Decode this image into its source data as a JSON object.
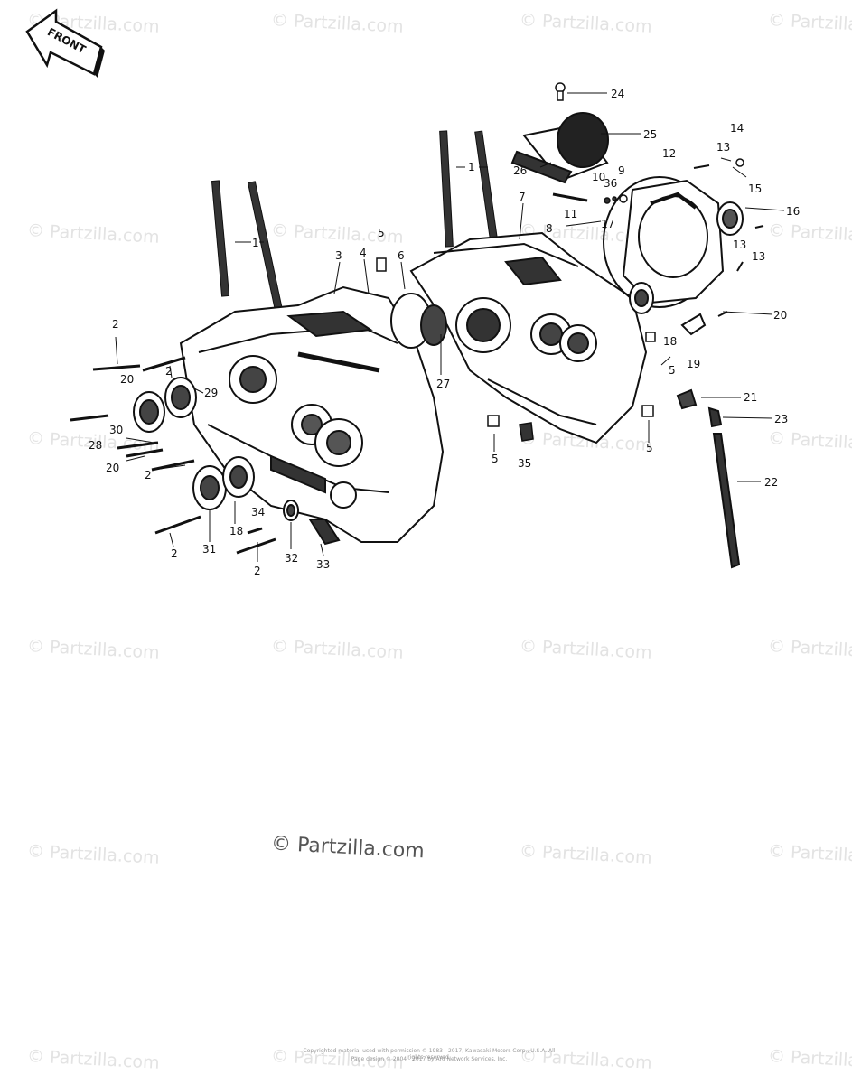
{
  "front_arrow_label": "FRONT",
  "watermark_text": "© Partzilla.com",
  "center_watermark": "© Partzilla.com",
  "footer": {
    "line1": "Copyrighted material used with permission © 1983 - 2017, Kawasaki Motors Corp., U.S.A. All rights reserved.",
    "line2": "Page design © 2004 - 2017 by ARI Network Services, Inc."
  },
  "callouts": [
    {
      "id": "c24a",
      "text": "24"
    },
    {
      "id": "c25",
      "text": "25"
    },
    {
      "id": "c14",
      "text": "14"
    },
    {
      "id": "c26",
      "text": "26"
    },
    {
      "id": "c1a",
      "text": "1"
    },
    {
      "id": "c13a",
      "text": "13"
    },
    {
      "id": "c12",
      "text": "12"
    },
    {
      "id": "c10",
      "text": "10"
    },
    {
      "id": "c9",
      "text": "9"
    },
    {
      "id": "c36",
      "text": "36"
    },
    {
      "id": "c15",
      "text": "15"
    },
    {
      "id": "c7",
      "text": "7"
    },
    {
      "id": "c16",
      "text": "16"
    },
    {
      "id": "c11",
      "text": "11"
    },
    {
      "id": "c8",
      "text": "8"
    },
    {
      "id": "c17",
      "text": "17"
    },
    {
      "id": "c13b",
      "text": "13"
    },
    {
      "id": "c13c",
      "text": "13"
    },
    {
      "id": "c1b",
      "text": "1"
    },
    {
      "id": "c3",
      "text": "3"
    },
    {
      "id": "c4",
      "text": "4"
    },
    {
      "id": "c5a",
      "text": "5"
    },
    {
      "id": "c6",
      "text": "6"
    },
    {
      "id": "c20a",
      "text": "20"
    },
    {
      "id": "c2a",
      "text": "2"
    },
    {
      "id": "c18a",
      "text": "18"
    },
    {
      "id": "c19",
      "text": "19"
    },
    {
      "id": "c2b",
      "text": "2"
    },
    {
      "id": "c27",
      "text": "27"
    },
    {
      "id": "c5b",
      "text": "5"
    },
    {
      "id": "c20b",
      "text": "20"
    },
    {
      "id": "c29",
      "text": "29"
    },
    {
      "id": "c21",
      "text": "21"
    },
    {
      "id": "c23",
      "text": "23"
    },
    {
      "id": "c30",
      "text": "30"
    },
    {
      "id": "c28",
      "text": "28"
    },
    {
      "id": "c5c",
      "text": "5"
    },
    {
      "id": "c5d",
      "text": "5"
    },
    {
      "id": "c20c",
      "text": "20"
    },
    {
      "id": "c35",
      "text": "35"
    },
    {
      "id": "c2c",
      "text": "2"
    },
    {
      "id": "c22",
      "text": "22"
    },
    {
      "id": "c34",
      "text": "34"
    },
    {
      "id": "c2d",
      "text": "2"
    },
    {
      "id": "c31",
      "text": "31"
    },
    {
      "id": "c18b",
      "text": "18"
    },
    {
      "id": "c2e",
      "text": "2"
    },
    {
      "id": "c32",
      "text": "32"
    },
    {
      "id": "c33",
      "text": "33"
    }
  ]
}
